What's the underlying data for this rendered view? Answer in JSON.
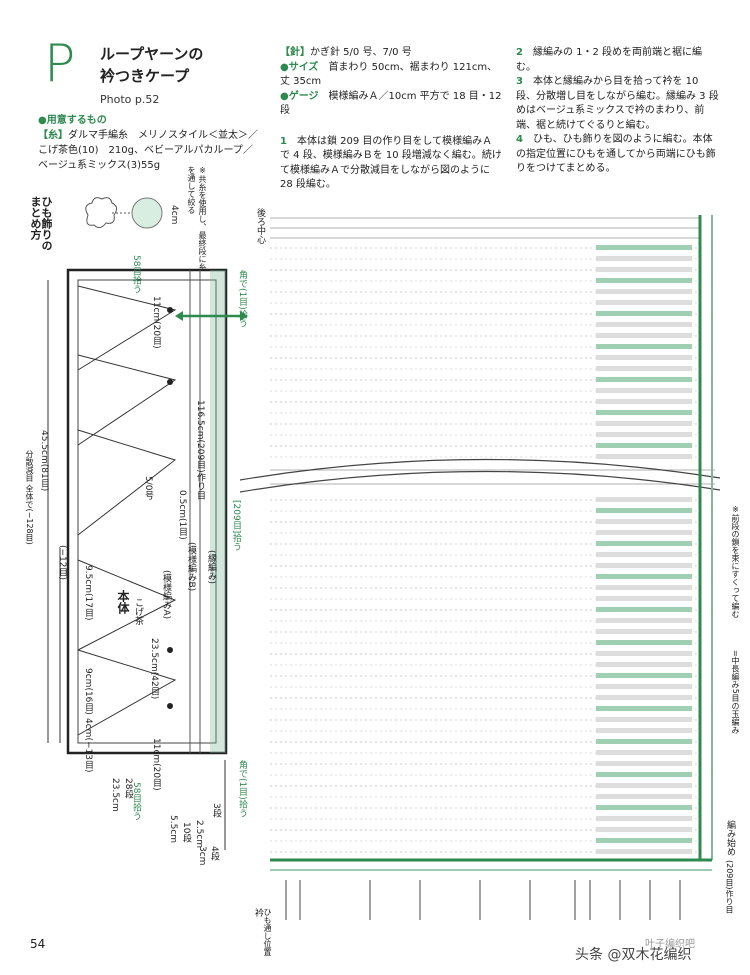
{
  "header": {
    "letter": "P",
    "title_line1": "ループヤーンの",
    "title_line2": "衿つきケープ",
    "photo": "Photo p.52"
  },
  "materials": {
    "heading": "●用意するもの",
    "yarn_label": "【糸】",
    "yarn_text": "ダルマ手編糸　メリノスタイル＜並太＞／こげ茶色(10)　210g、ベビーアルパカループ／ベージュ系ミックス(3)55g"
  },
  "specs": {
    "needle_label": "【針】",
    "needle_text": "かぎ針 5/0 号、7/0 号",
    "size_label": "●サイズ",
    "size_text": "首まわり 50cm、裾まわり 121cm、丈 35cm",
    "gauge_label": "●ゲージ",
    "gauge_text": "模様編みＡ／10cm 平方で 18 目・12 段"
  },
  "steps": [
    {
      "num": "1",
      "text": "本体は鎖 209 目の作り目をして模様編みＡで 4 段、模様編みＢを 10 段増減なく編む。続けて模様編みＡで分散減目をしながら図のように 28 段編む。"
    },
    {
      "num": "2",
      "text": "縁編みの 1・2 段めを両前端と裾に編む。"
    },
    {
      "num": "3",
      "text": "本体と縁編みから目を拾って衿を 10 段、分散増し目をしながら編む。縁編み 3 段めはベージュ系ミックスで衿のまわり、前端、裾と続けてぐるりと編む。"
    },
    {
      "num": "4",
      "text": "ひも、ひも飾りを図のように編む。本体の指定位置にひもを通してから両端にひも飾りをつけてまとめる。"
    }
  ],
  "diagram": {
    "cord_title": "ひも飾りのまとめ方",
    "cord_note": "※共糸を使用し、最終段に糸を通して絞る",
    "cord_dim": "4cm",
    "dim_total": "45.5cm(81目)",
    "dim_dist": "分散減目 全体で(−128目)",
    "dim_123": "(−12目)",
    "dim_95": "9.5cm(17目)",
    "dim_9": "9cm(16目)",
    "dim_4": "4cm(−13目)",
    "dim_11a": "11cm(20目)",
    "dim_11b": "11cm(20目)",
    "dim_235a": "23.5cm(42目)",
    "dim_1165": "116.5cm(209目)作り目",
    "needle": "5/0号",
    "body": "本体",
    "body_sub": "こげ茶",
    "patA": "(模様編みA)",
    "patB": "(模様編みB)",
    "edge": "(縁編み)",
    "dim_05": "0.5cm(1目)",
    "dim_235b": "23.5cm",
    "rows28": "28段",
    "dim_55": "5.5cm",
    "rows10": "10段",
    "dim_25": "2.5cm",
    "rows3": "3段",
    "dim_3": "3cm",
    "rows4": "4段",
    "pick58a": "58目拾う",
    "pick58b": "58目拾う",
    "pick209": "[209目]拾う",
    "corner1": "角で(1目)拾う",
    "corner2": "角で(1目)拾う",
    "center": "後ろ中心",
    "start": "編み始め",
    "chain209": "(209目)作り目",
    "legend1": "=中長編み5目の玉編み",
    "legend2": "※前段の鎖を束にすくって編む",
    "label_eri": "衿",
    "label_himo": "ひも通し位置"
  },
  "page_number": "54",
  "watermark": "头条 @双木花编织",
  "watermark2": "叶子编织吧"
}
